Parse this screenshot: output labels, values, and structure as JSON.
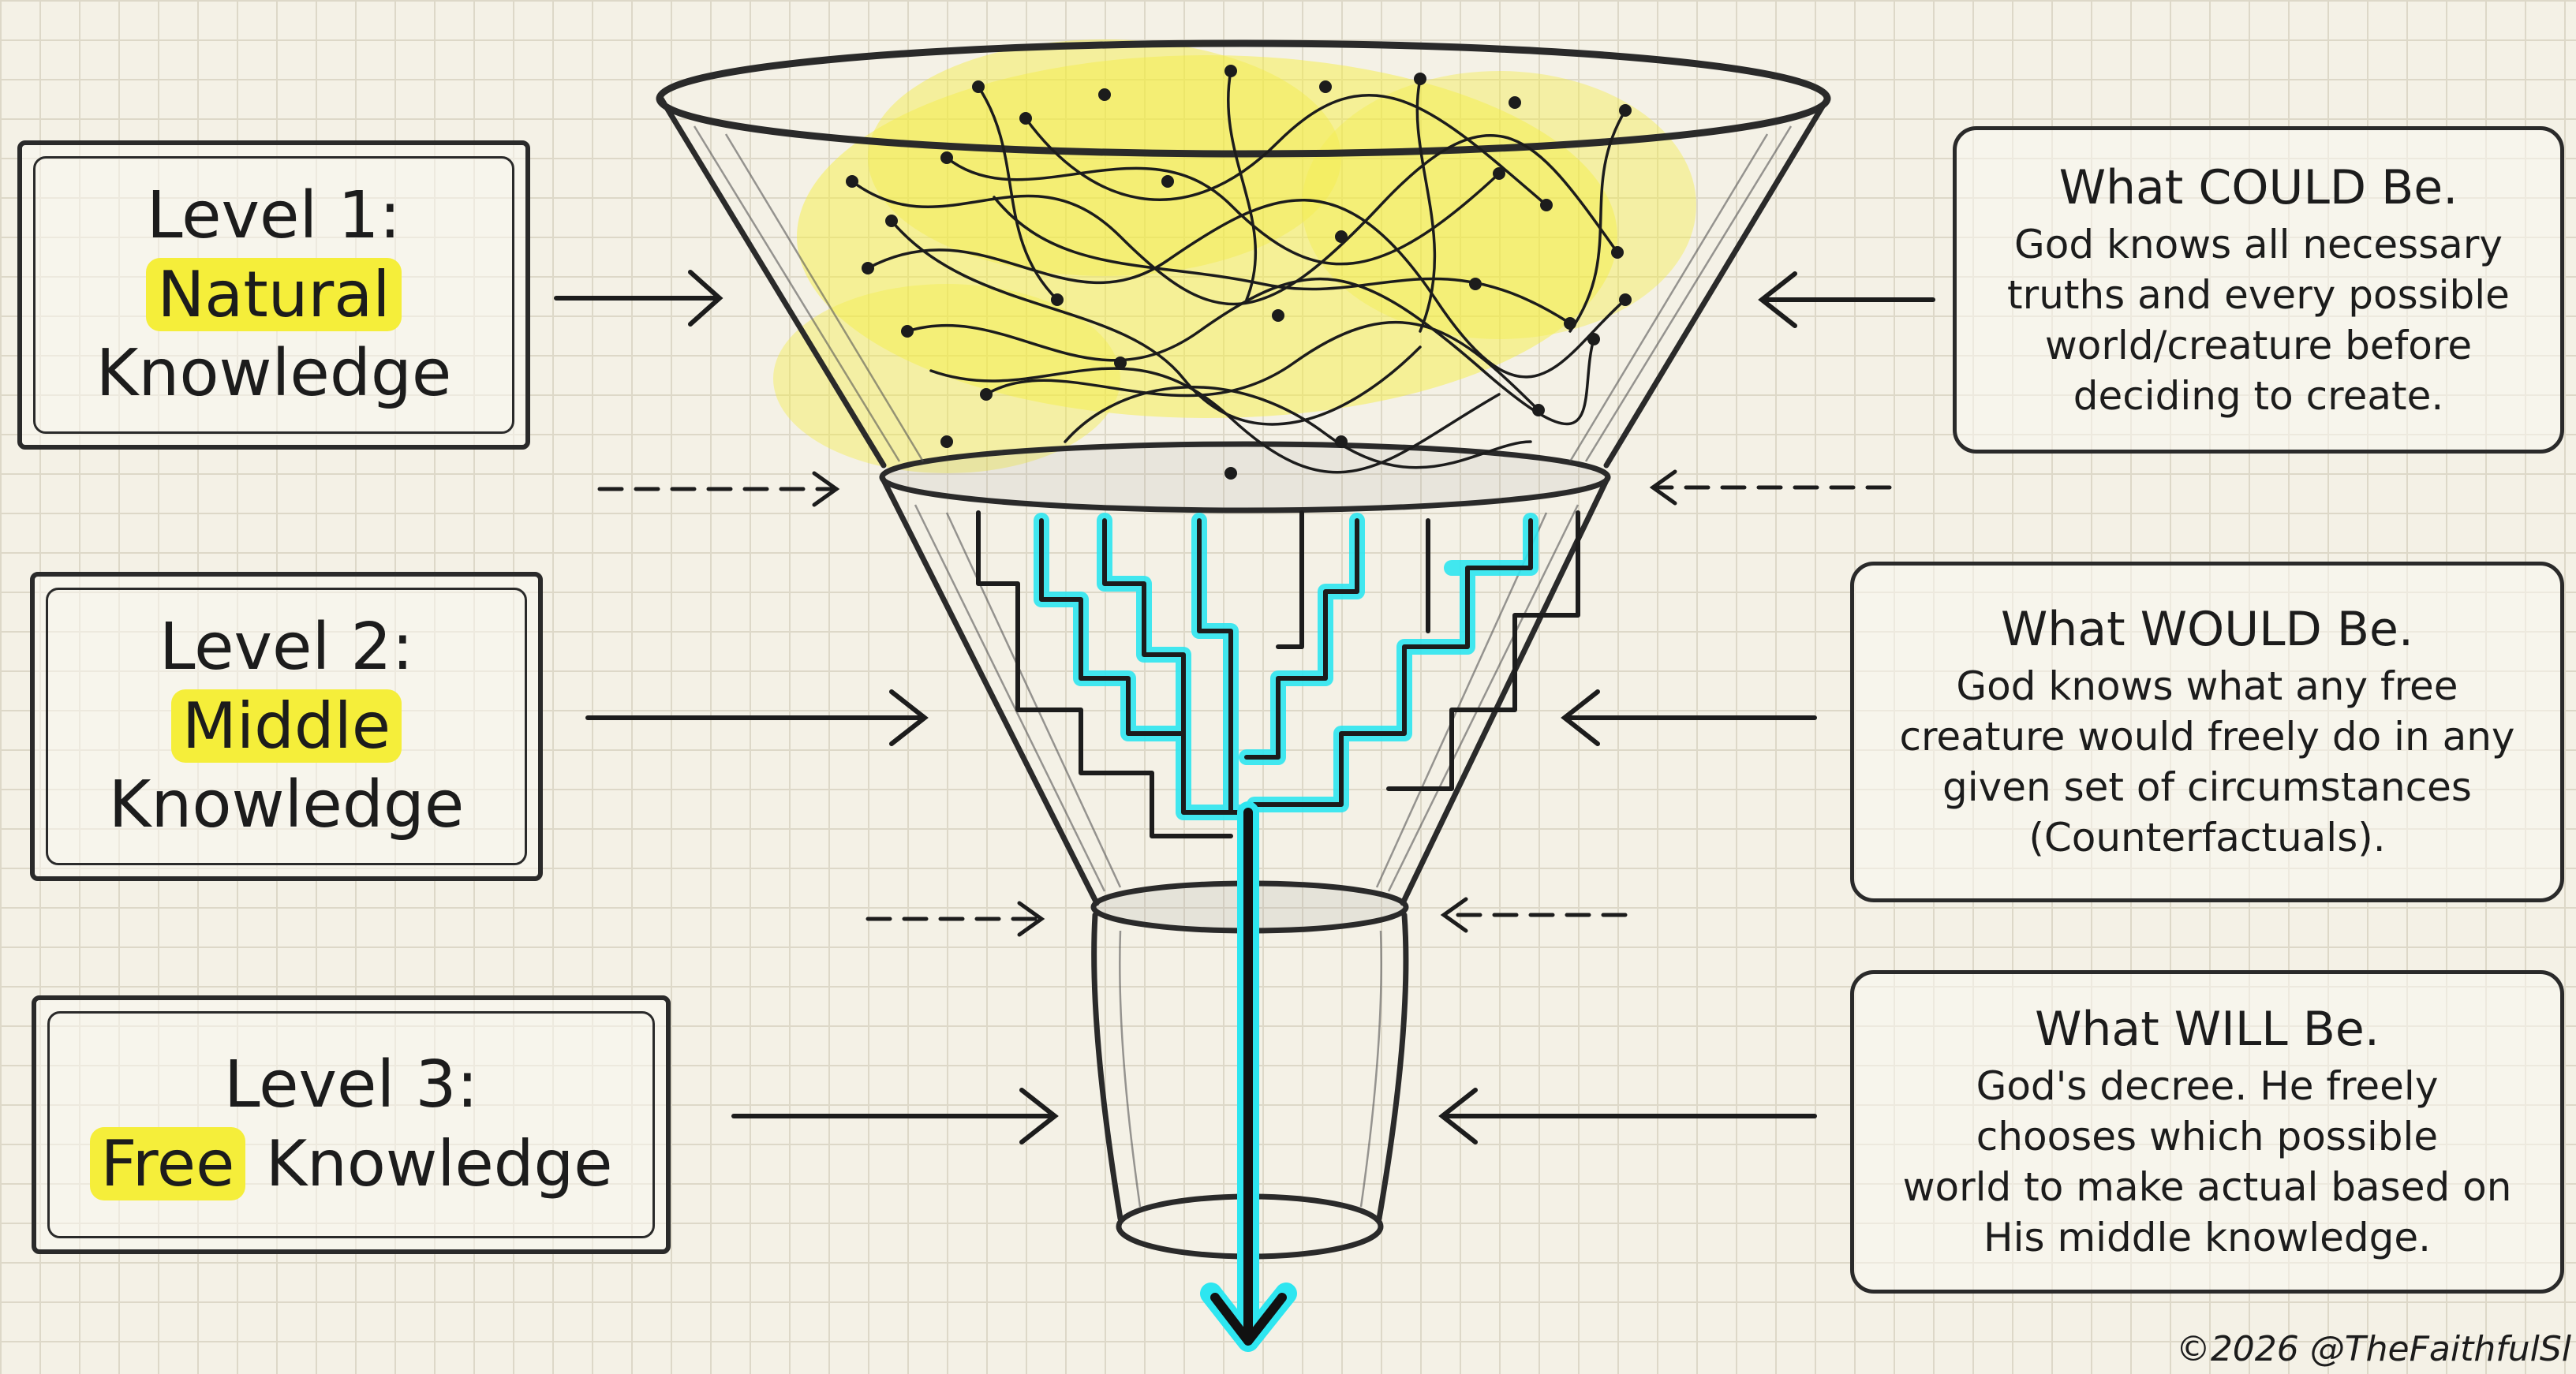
{
  "levels": [
    {
      "line1": "Level 1:",
      "highlight": "Natural",
      "rest": "",
      "line3": "Knowledge"
    },
    {
      "line1": "Level 2:",
      "highlight": "Middle",
      "rest": "",
      "line3": "Knowledge"
    },
    {
      "line1": "Level 3:",
      "highlight": "Free",
      "rest": " Knowledge",
      "line3": ""
    }
  ],
  "descriptions": [
    {
      "title": "What COULD Be.",
      "body": "God knows all necessary\ntruths and every possible\nworld/creature before\ndeciding to create."
    },
    {
      "title": "What WOULD Be.",
      "body": "God knows what any free\ncreature would freely do in any\ngiven set of circumstances\n(Counterfactuals)."
    },
    {
      "title": "What WILL Be.",
      "body": "God's decree. He freely\nchooses which possible\nworld to make actual based on\nHis middle knowledge."
    }
  ],
  "copyright": "©2026 @TheFaithfulSl",
  "colors": {
    "highlight": "#f5ee3a",
    "cyan_path": "#2ee6f0",
    "ink": "#1c1c1c",
    "paper": "#f4f1e6"
  }
}
